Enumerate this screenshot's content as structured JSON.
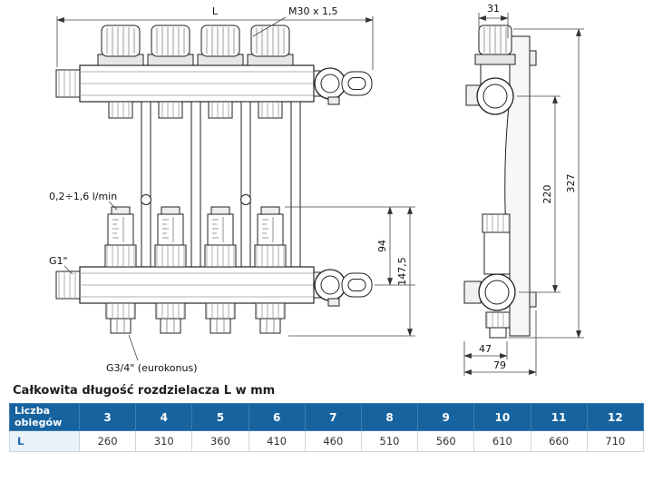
{
  "drawing": {
    "front": {
      "dim_length": "L",
      "thread_label": "M30 x 1,5",
      "flow_label": "0,2÷1,6 l/min",
      "inlet_label": "G1\"",
      "outlet_label": "G3/4\" (eurokonus)",
      "dim_94": "94",
      "dim_147_5": "147,5"
    },
    "side": {
      "dim_31": "31",
      "dim_220": "220",
      "dim_327": "327",
      "dim_47": "47",
      "dim_79": "79"
    }
  },
  "caption": "Całkowita długość rozdzielacza L w mm",
  "table": {
    "header_label": "Liczba obiegów",
    "row_label": "L",
    "circuits": [
      "3",
      "4",
      "5",
      "6",
      "7",
      "8",
      "9",
      "10",
      "11",
      "12"
    ],
    "lengths": [
      "260",
      "310",
      "360",
      "410",
      "460",
      "510",
      "560",
      "610",
      "660",
      "710"
    ]
  },
  "colors": {
    "table_header_bg": "#17639f",
    "table_header_text": "#ffffff",
    "row_label_text": "#1a6aad",
    "drawing_line": "#222222"
  }
}
